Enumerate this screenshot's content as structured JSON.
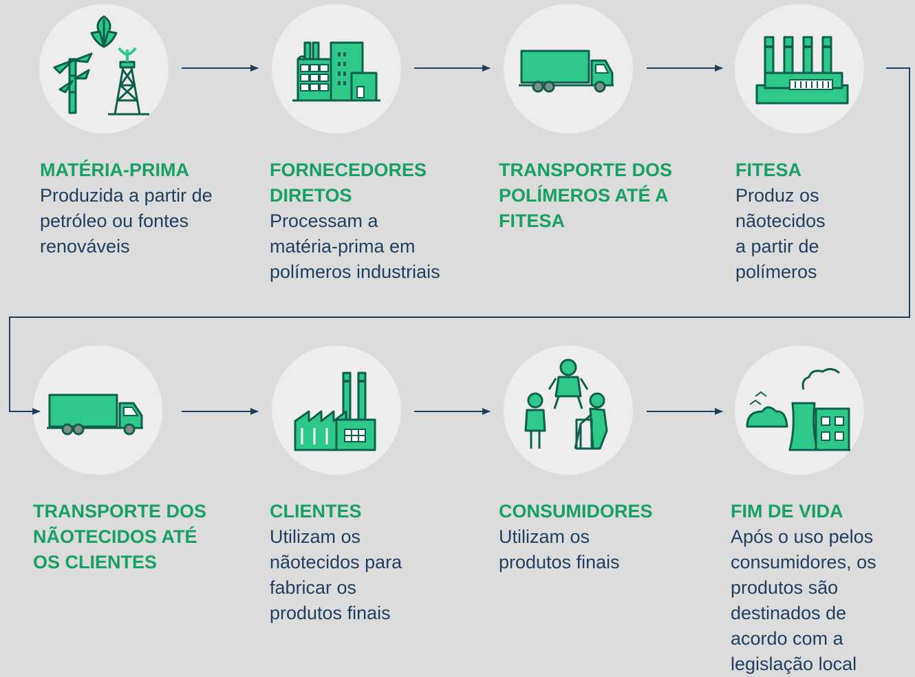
{
  "colors": {
    "background": "#dcdcdc",
    "circle": "#ededed",
    "title_green": "#17a064",
    "text_navy": "#1f3d5c",
    "icon_green": "#2ec98a",
    "icon_dark": "#0d5e4a"
  },
  "steps": [
    {
      "title": "MATÉRIA-PRIMA",
      "desc": "Produzida a partir de petróleo ou fontes renováveis",
      "icon": "raw-material-icon"
    },
    {
      "title": "FORNECEDORES DIRETOS",
      "desc": "Processam a matéria-prima em polímeros industriais",
      "icon": "factory-icon"
    },
    {
      "title": "TRANSPORTE DOS POLÍMEROS ATÉ A FITESA",
      "desc": "",
      "icon": "truck-icon"
    },
    {
      "title": "FITESA",
      "desc": "Produz os nãotecidos a partir de polímeros",
      "icon": "plant-icon"
    },
    {
      "title": "TRANSPORTE DOS NÃOTECIDOS ATÉ OS CLIENTES",
      "desc": "",
      "icon": "truck-icon"
    },
    {
      "title": "CLIENTES",
      "desc": "Utilizam os nãotecidos para fabricar os produtos finais",
      "icon": "client-factory-icon"
    },
    {
      "title": "CONSUMIDORES",
      "desc": "Utilizam os produtos finais",
      "icon": "consumers-icon"
    },
    {
      "title": "FIM DE VIDA",
      "desc": "Após o uso pelos consumidores, os produtos são destinados de acordo com a legislação local",
      "icon": "end-of-life-icon"
    }
  ]
}
